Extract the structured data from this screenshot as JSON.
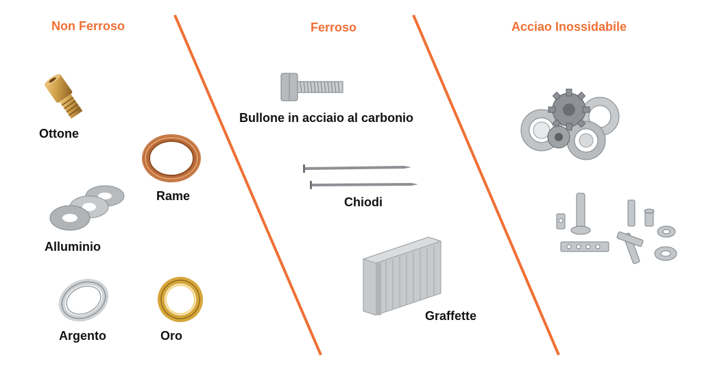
{
  "columns": [
    {
      "title": "Non Ferroso"
    },
    {
      "title": "Ferroso"
    },
    {
      "title": "Acciao Inossidabile"
    }
  ],
  "items": {
    "ottone": "Ottone",
    "rame": "Rame",
    "alluminio": "Alluminio",
    "argento": "Argento",
    "oro": "Oro",
    "bullone": "Bullone in acciaio al carbonio",
    "chiodi": "Chiodi",
    "graffette": "Graffette"
  },
  "colors": {
    "accent": "#ef7035",
    "label_text": "#111111",
    "brass": "#c99a45",
    "copper": "#b86b3a",
    "steel": "#a9adb1",
    "gold": "#d6a63a",
    "silver": "#cfd3d6"
  },
  "icons": [
    "brass-fitting-icon",
    "copper-wire-coil-icon",
    "aluminium-washers-icon",
    "silver-ring-icon",
    "gold-ring-icon",
    "carbon-steel-bolt-icon",
    "nails-icon",
    "staples-icon",
    "steel-gears-bearings-icon",
    "stainless-machined-parts-icon"
  ]
}
